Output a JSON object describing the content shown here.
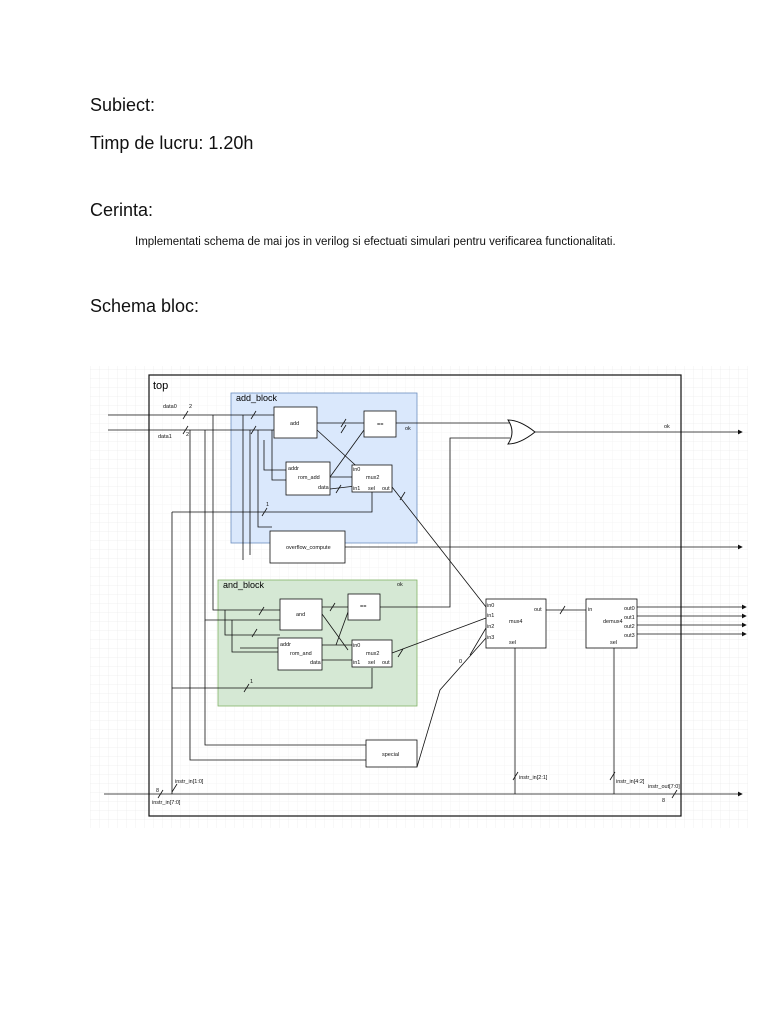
{
  "document": {
    "subiect": "Subiect:",
    "timp": "Timp de lucru: 1.20h",
    "cerinta_heading": "Cerinta:",
    "cerinta_text": "Implementati schema de mai jos in verilog si efectuati simulari pentru verificarea functionalitati.",
    "schema_heading": "Schema bloc:"
  },
  "diagram": {
    "top_label": "top",
    "add_block_label": "add_block",
    "and_block_label": "and_block",
    "inputs": {
      "data0": "data0",
      "data1": "data1",
      "width2": "2"
    },
    "add_blk": {
      "add": "add",
      "eq": "==",
      "ok": "ok",
      "rom_add": "rom_add",
      "addr": "addr",
      "data": "data",
      "mux2": "mux2",
      "in0": "in0",
      "in1": "in1",
      "sel": "sel",
      "out": "out",
      "overflow": "overflow_compute",
      "w1": "1"
    },
    "and_blk": {
      "and": "and",
      "eq": "==",
      "ok": "ok",
      "rom_and": "rom_and",
      "addr": "addr",
      "data": "data",
      "mux2": "mux2",
      "in0": "in0",
      "in1": "in1",
      "sel": "sel",
      "out": "out",
      "w1": "1"
    },
    "right": {
      "ok_out": "ok",
      "mux4": "mux4",
      "in0": "in0",
      "in1": "in1",
      "in2": "in2",
      "in3": "in3",
      "sel": "sel",
      "out": "out",
      "demux4": "demux4",
      "in": "in",
      "out0": "out0",
      "out1": "out1",
      "out2": "out2",
      "out3": "out3",
      "zero": "0"
    },
    "special": "special",
    "buses": {
      "instr_in_10": "instr_in[1:0]",
      "instr_in_21": "instr_in[2:1]",
      "instr_in_42": "instr_in[4:2]",
      "instr_in_70": "instr_in[7:0]",
      "instr_out_70": "instr_out[7:0]",
      "w8": "8",
      "w1": "1",
      "w2": "2"
    }
  }
}
